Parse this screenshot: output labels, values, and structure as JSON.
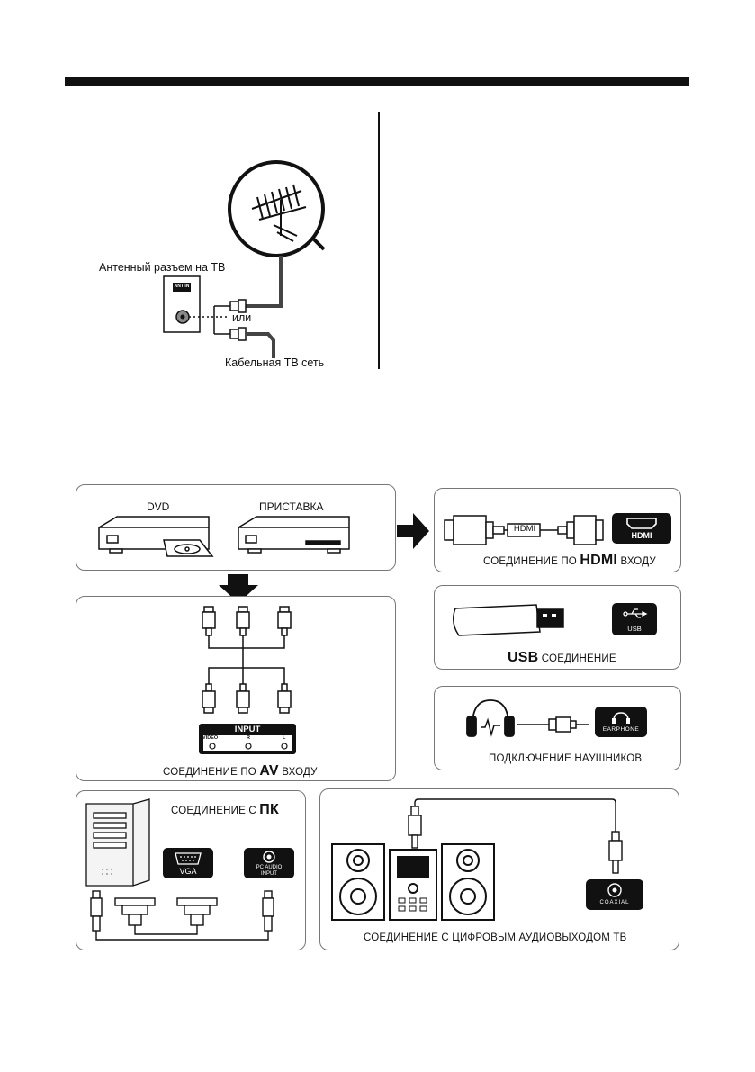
{
  "antenna": {
    "socket_label": "Антенный разъем на ТВ",
    "socket_badge": "ANT IN",
    "or_label": "или",
    "cable_label": "Кабельная ТВ сеть"
  },
  "sources": {
    "dvd": "DVD",
    "stb": "ПРИСТАВКА"
  },
  "hdmi": {
    "cable_label": "HDMI",
    "port_label": "HDMI",
    "caption_pre": "СОЕДИНЕНИЕ ПО",
    "caption_bold": "HDMI",
    "caption_post": "ВХОДУ"
  },
  "usb": {
    "port_label": "USB",
    "caption_bold": "USB",
    "caption_post": "СОЕДИНЕНИЕ"
  },
  "earphone": {
    "port_label": "EARPHONE",
    "caption": "ПОДКЛЮЧЕНИЕ НАУШНИКОВ"
  },
  "av": {
    "panel_title": "INPUT",
    "jacks": [
      "VIDEO",
      "R",
      "L"
    ],
    "caption_pre": "СОЕДИНЕНИЕ ПО",
    "caption_bold": "AV",
    "caption_post": "ВХОДУ"
  },
  "pc": {
    "caption_pre": "СОЕДИНЕНИЕ С",
    "caption_bold": "ПК",
    "vga_label": "VGA",
    "audio_label_1": "PC AUDIO",
    "audio_label_2": "INPUT"
  },
  "coaxial": {
    "port_label": "COAXIAL",
    "caption": "СОЕДИНЕНИЕ С ЦИФРОВЫМ АУДИОВЫХОДОМ ТВ"
  }
}
